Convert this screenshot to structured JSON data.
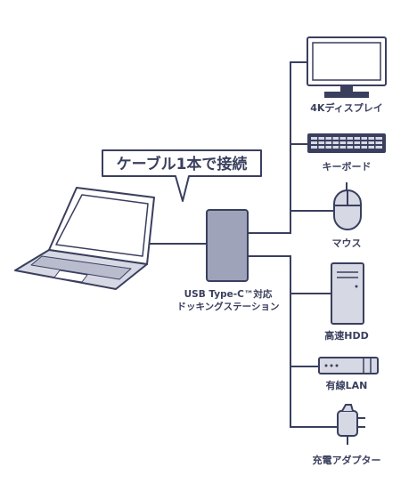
{
  "bubble": {
    "text": "ケーブル1本で接続"
  },
  "dock": {
    "line1": "USB Type-C™対応",
    "line2": "ドッキングステーション"
  },
  "devices": [
    {
      "id": "monitor",
      "label": "4Kディスプレイ",
      "icon": "monitor-icon"
    },
    {
      "id": "keyboard",
      "label": "キーボード",
      "icon": "keyboard-icon"
    },
    {
      "id": "mouse",
      "label": "マウス",
      "icon": "mouse-icon"
    },
    {
      "id": "hdd",
      "label": "高速HDD",
      "icon": "hdd-icon"
    },
    {
      "id": "lan",
      "label": "有線LAN",
      "icon": "router-icon"
    },
    {
      "id": "adapter",
      "label": "充電アダプター",
      "icon": "power-adapter-icon"
    }
  ],
  "colors": {
    "stroke": "#3a3f5e",
    "fill_light": "#d6d8e4",
    "fill_mid": "#b9bccd",
    "dock": "#9fa3b9"
  }
}
